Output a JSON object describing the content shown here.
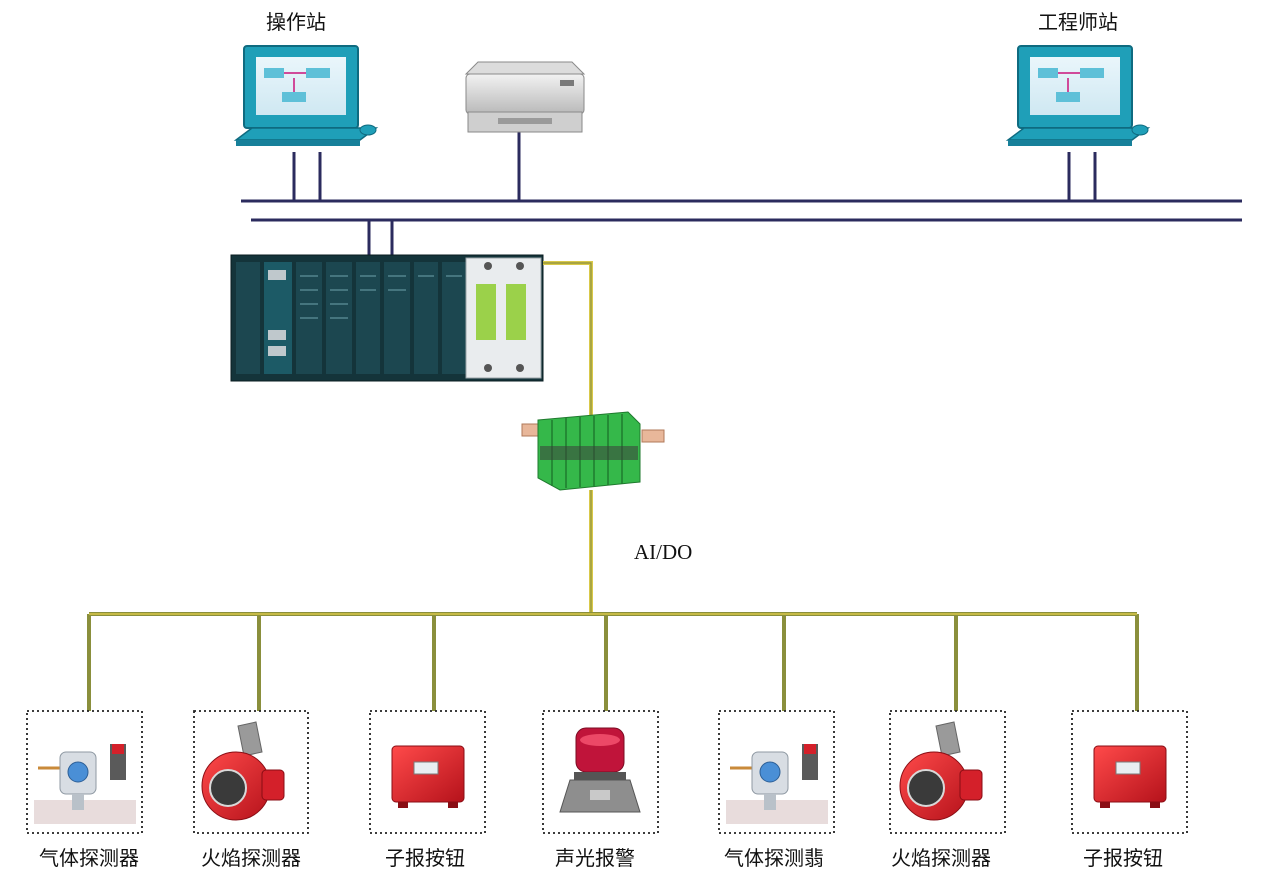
{
  "stations": {
    "operator": "操作站",
    "engineer": "工程师站"
  },
  "signal_label": "AI/DO",
  "devices": [
    {
      "label": "气体探测器",
      "icon": "gas-detector-icon"
    },
    {
      "label": "火焰探测器",
      "icon": "flame-detector-icon"
    },
    {
      "label": "子报按钮",
      "icon": "manual-alarm-button-icon"
    },
    {
      "label": "声光报警",
      "icon": "audible-visual-alarm-icon"
    },
    {
      "label": "气体探测翡",
      "icon": "gas-detector-icon"
    },
    {
      "label": "火焰探测器",
      "icon": "flame-detector-icon"
    },
    {
      "label": "子报按钮",
      "icon": "manual-alarm-button-icon"
    }
  ],
  "colors": {
    "network_bus": "#2b2b5e",
    "field_wire": "#d9c94a",
    "field_bus": "#8a8f3c",
    "computer": "#1f9fb8",
    "controller": "#1c4750",
    "barrier": "#35b84a",
    "device_red": "#d4202a"
  }
}
